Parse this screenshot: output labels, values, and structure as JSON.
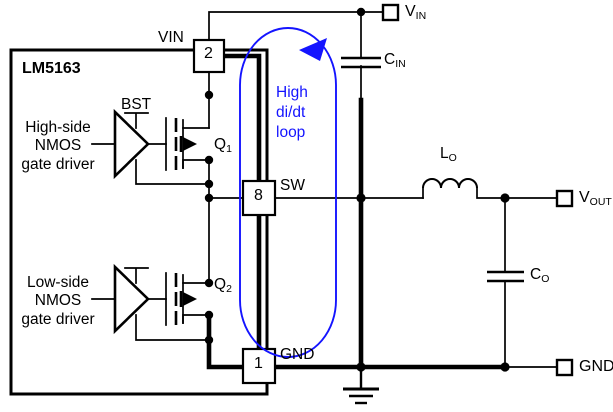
{
  "diagram": {
    "title_block": {
      "part_number": "LM5163"
    },
    "blocks": [
      {
        "name": "high-side-gate-driver",
        "line1": "High-side",
        "line2": "NMOS",
        "line3": "gate driver"
      },
      {
        "name": "low-side-gate-driver",
        "line1": "Low-side",
        "line2": "NMOS",
        "line3": "gate driver"
      }
    ],
    "pins": [
      {
        "number": "2",
        "label": "VIN"
      },
      {
        "number": "8",
        "label": "SW"
      },
      {
        "number": "1",
        "label": "GND"
      }
    ],
    "nets": [
      {
        "name": "bst",
        "label": "BST"
      }
    ],
    "transistors": [
      {
        "name": "high-side-fet",
        "ref": "Q",
        "index": "1"
      },
      {
        "name": "low-side-fet",
        "ref": "Q",
        "index": "2"
      }
    ],
    "components": [
      {
        "name": "input-capacitor",
        "ref": "C",
        "index": "IN"
      },
      {
        "name": "output-inductor",
        "ref": "L",
        "index": "O"
      },
      {
        "name": "output-capacitor",
        "ref": "C",
        "index": "O"
      }
    ],
    "terminals": [
      {
        "name": "vin-terminal",
        "ref": "V",
        "index": "IN"
      },
      {
        "name": "vout-terminal",
        "ref": "V",
        "index": "OUT"
      },
      {
        "name": "gnd-terminal",
        "ref": "GND",
        "index": ""
      }
    ],
    "annotation": {
      "name": "high-didt-loop",
      "line1": "High",
      "line2": "di/dt",
      "line3": "loop",
      "color": "#1414ff"
    },
    "colors": {
      "wire": "#000000",
      "annotation": "#1414ff",
      "background": "#ffffff"
    }
  }
}
